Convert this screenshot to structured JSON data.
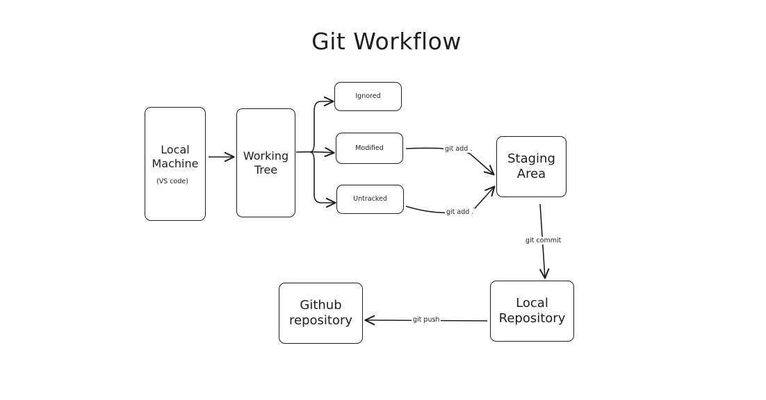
{
  "title": "Git Workflow",
  "nodes": {
    "local_machine": {
      "label": "Local\nMachine",
      "sublabel": "(VS code)"
    },
    "working_tree": {
      "label": "Working\nTree"
    },
    "ignored": {
      "label": "Ignored"
    },
    "modified": {
      "label": "Modified"
    },
    "untracked": {
      "label": "Untracked"
    },
    "staging_area": {
      "label": "Staging\nArea"
    },
    "local_repository": {
      "label": "Local\nRepository"
    },
    "github_repository": {
      "label": "Github\nrepository"
    }
  },
  "edges": {
    "modified_to_staging": "git add .",
    "untracked_to_staging": "git add .",
    "staging_to_local": "git commit",
    "local_to_github": "git push"
  },
  "colors": {
    "stroke": "#1e1e1e",
    "background": "#ffffff"
  }
}
